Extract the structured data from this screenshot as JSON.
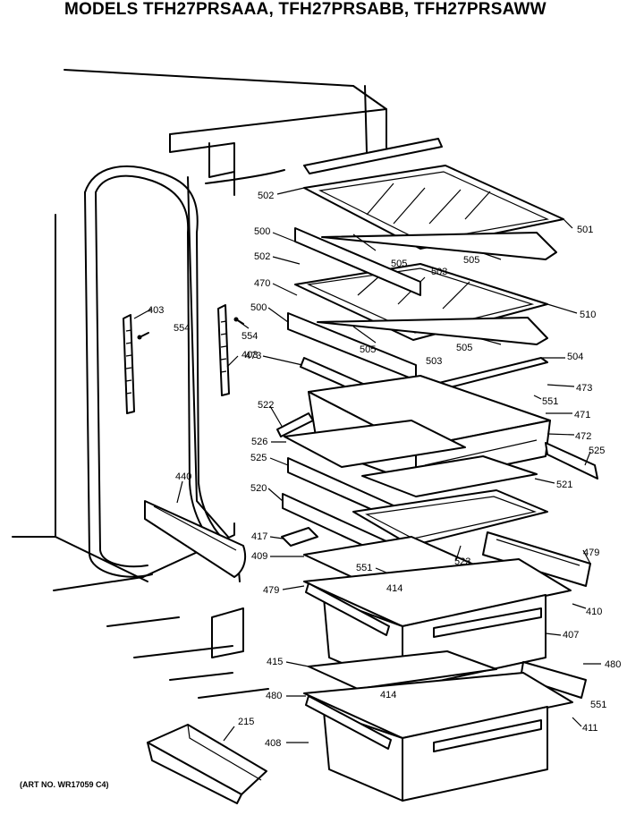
{
  "title": "MODELS TFH27PRSAAA, TFH27PRSABB, TFH27PRSAWW",
  "art_no": "(ART NO. WR17059 C4)",
  "callouts": [
    "502",
    "501",
    "500",
    "505",
    "503",
    "505",
    "502",
    "470",
    "510",
    "403",
    "554",
    "500",
    "554",
    "403",
    "505",
    "505",
    "473",
    "503",
    "504",
    "473",
    "551",
    "522",
    "471",
    "472",
    "526",
    "525",
    "525",
    "521",
    "440",
    "520",
    "417",
    "523",
    "479",
    "409",
    "551",
    "414",
    "479",
    "410",
    "407",
    "415",
    "480",
    "480",
    "414",
    "551",
    "411",
    "408",
    "215"
  ]
}
